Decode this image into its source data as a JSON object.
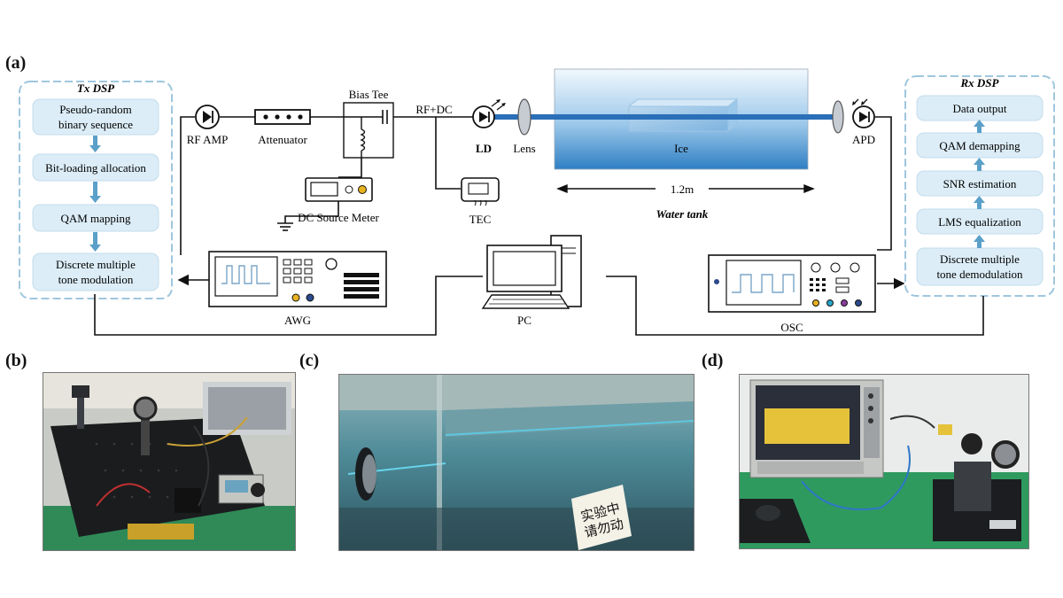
{
  "panels": {
    "a": "(a)",
    "b": "(b)",
    "c": "(c)",
    "d": "(d)"
  },
  "tx_dsp": {
    "title": "Tx DSP",
    "steps": [
      {
        "line1": "Pseudo-random",
        "line2": "binary sequence"
      },
      {
        "line1": "Bit-loading allocation",
        "line2": ""
      },
      {
        "line1": "QAM mapping",
        "line2": ""
      },
      {
        "line1": "Discrete multiple",
        "line2": "tone modulation"
      }
    ]
  },
  "rx_dsp": {
    "title": "Rx DSP",
    "steps": [
      {
        "line1": "Data output",
        "line2": ""
      },
      {
        "line1": "QAM demapping",
        "line2": ""
      },
      {
        "line1": "SNR estimation",
        "line2": ""
      },
      {
        "line1": "LMS equalization",
        "line2": ""
      },
      {
        "line1": "Discrete multiple",
        "line2": "tone  demodulation"
      }
    ]
  },
  "components": {
    "rf_amp": "RF AMP",
    "attenuator": "Attenuator",
    "bias_tee": "Bias Tee",
    "rf_dc": "RF+DC",
    "ld": "LD",
    "lens": "Lens",
    "ice": "Ice",
    "apd": "APD",
    "dc_source_meter": "DC Source Meter",
    "tec": "TEC",
    "distance": "1.2m",
    "water_tank": "Water tank",
    "awg": "AWG",
    "pc": "PC",
    "osc": "OSC"
  },
  "photo_c_sign": {
    "line1": "实验中",
    "line2": "请勿动"
  },
  "colors": {
    "dsp_box_fill": "#dcedf7",
    "dsp_box_border": "#9fc6de",
    "arrow": "#5aa0c8",
    "tank_top": "#eaf4fb",
    "tank_bottom": "#2f7fc4",
    "beam": "#2a6fb8"
  }
}
